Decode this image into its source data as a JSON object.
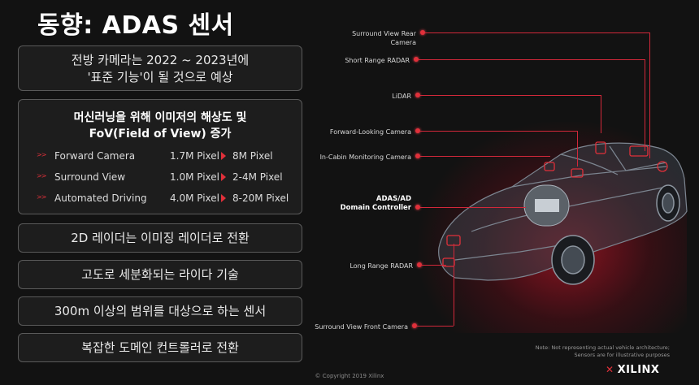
{
  "slide": {
    "title": "동향: ADAS 센서",
    "boxes": {
      "box1_line1": "전방 카메라는 2022 ~ 2023년에",
      "box1_line2": "'표준 기능'이 될 것으로 예상",
      "box2_title1": "머신러닝을 위해 이미저의 해상도 및",
      "box2_title2": "FoV(Field of View) 증가",
      "rows": [
        {
          "label": "Forward Camera",
          "from": "1.7M Pixel",
          "to": "8M Pixel"
        },
        {
          "label": "Surround View",
          "from": "1.0M Pixel",
          "to": "2-4M Pixel"
        },
        {
          "label": "Automated Driving",
          "from": "4.0M Pixel",
          "to": "8-20M Pixel"
        }
      ],
      "box3": "2D 레이더는 이미징 레이더로 전환",
      "box4": "고도로 세분화되는 라이다 기술",
      "box5": "300m 이상의 범위를 대상으로 하는 센서",
      "box6": "복잡한 도메인 컨트롤러로 전환"
    },
    "sensors": {
      "surround_rear_1": "Surround View Rear",
      "surround_rear_2": "Camera",
      "short_radar": "Short Range RADAR",
      "lidar": "LiDAR",
      "forward_camera": "Forward-Looking Camera",
      "incabin": "In-Cabin Monitoring Camera",
      "domain_1": "ADAS/AD",
      "domain_2": "Domain Controller",
      "long_radar": "Long Range RADAR",
      "surround_front": "Surround View Front Camera"
    },
    "note_1": "Note: Not representing actual vehicle architecture;",
    "note_2": "Sensors are for illustrative purposes",
    "copyright": "© Copyright 2019 Xilinx",
    "logo": "XILINX",
    "bullet_glyph": ">>",
    "colors": {
      "accent": "#e0303a",
      "background": "#121212",
      "box_border": "#5a5a5a"
    }
  }
}
